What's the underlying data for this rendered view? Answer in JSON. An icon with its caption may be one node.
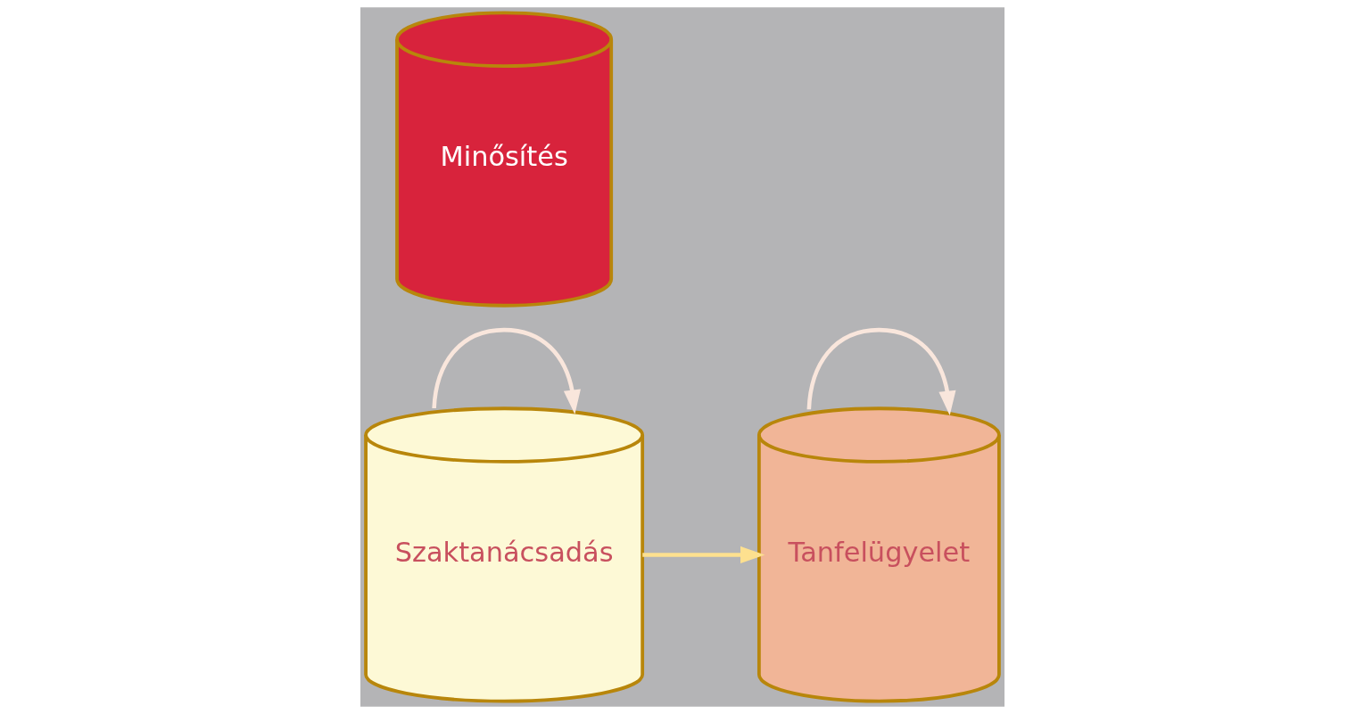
{
  "diagram": {
    "nodes": [
      {
        "text": [
          "Szaktanácsadás"
        ]
      },
      {
        "text": [
          "Tanfelügyelet"
        ]
      },
      {
        "text": [
          "Minősítés"
        ]
      }
    ],
    "edges": [
      {
        "from": 0,
        "to": 1,
        "arrow": "to",
        "color": "#fde08f"
      },
      {
        "from": 0,
        "to": 0,
        "arrow": "to"
      },
      {
        "from": 1,
        "to": 1,
        "arrow": "to"
      }
    ]
  }
}
